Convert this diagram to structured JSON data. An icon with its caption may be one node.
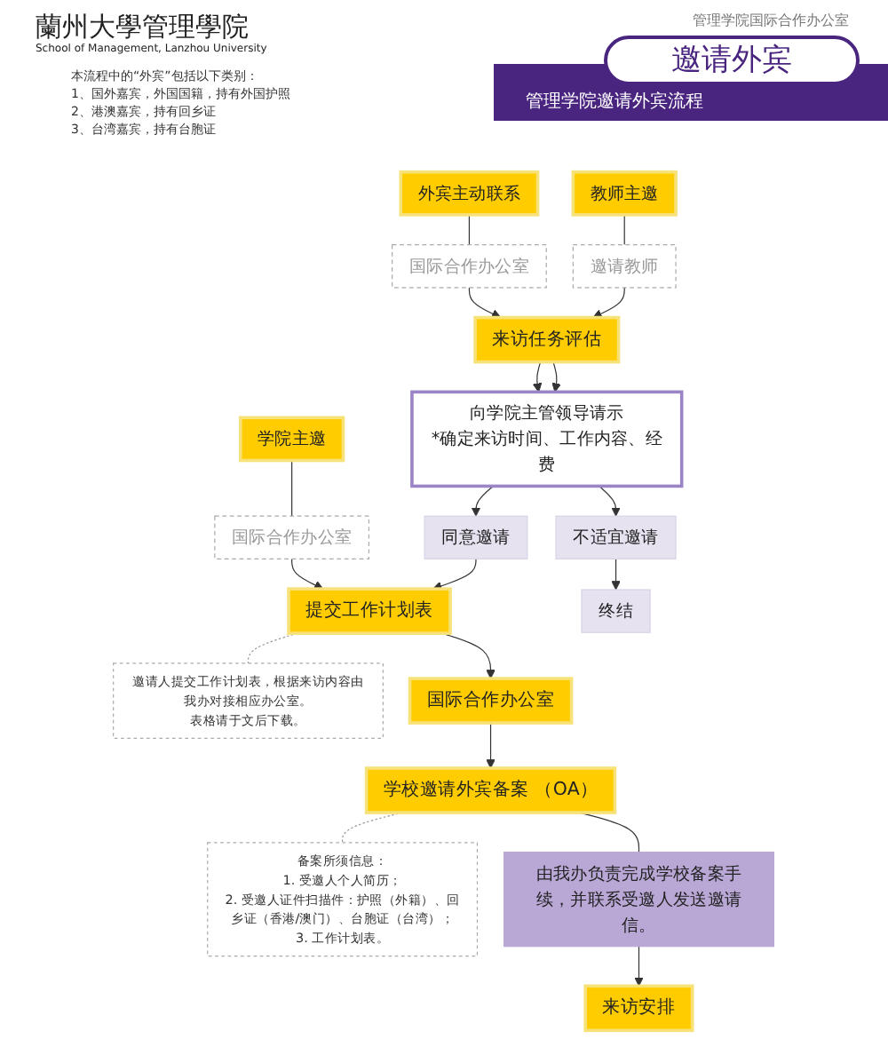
{
  "diagram": {
    "title": "邀请外宾",
    "nodes": [
      {
        "text": [
          "学院主邀"
        ]
      },
      {
        "text": [
          "外宾主动联系"
        ]
      },
      {
        "text": [
          "教师主邀"
        ]
      },
      {
        "text": [
          "国际合作办公室"
        ]
      },
      {
        "text": [
          "国际合作办公室"
        ]
      },
      {
        "text": [
          "邀请教师"
        ]
      },
      {
        "text": [
          "来访任务评估"
        ]
      },
      {
        "text": [
          "向学院主管领导请示",
          "*确定来访时间、工作内容、经费"
        ]
      },
      {
        "text": [
          "同意邀请"
        ]
      },
      {
        "text": [
          "不适宜邀请"
        ]
      },
      {
        "text": [
          "终结"
        ]
      },
      {
        "text": [
          "提交工作计划表"
        ]
      },
      {
        "text": [
          "邀请人提交工作计划表，根据来访内容由我办对接相应办公室。",
          "表格请于文后下载。"
        ]
      },
      {
        "text": [
          "国际合作办公室"
        ]
      },
      {
        "text": [
          "学校邀请外宾备案 （OA）"
        ]
      },
      {
        "text": [
          "备案所须信息：",
          "1. 受邀人个人简历；",
          "2. 受邀人证件扫描件：护照（外籍）、回乡证（香港/澳门）、台胞证（台湾）；",
          "3. 工作计划表。"
        ]
      },
      {
        "text": [
          "由我办负责完成学校备案手续，并联系受邀人发送邀请信。"
        ]
      },
      {
        "text": [
          "来访安排"
        ]
      }
    ],
    "edges": [
      {
        "from": 0,
        "to": 3,
        "arrow": "none"
      },
      {
        "from": 3,
        "to": 11,
        "arrow": "to"
      },
      {
        "from": 1,
        "to": 4,
        "arrow": "none"
      },
      {
        "from": 4,
        "to": 6,
        "arrow": "to"
      },
      {
        "from": 2,
        "to": 5,
        "arrow": "none"
      },
      {
        "from": 5,
        "to": 6,
        "arrow": "to"
      },
      {
        "from": 6,
        "to": 7,
        "arrow": "to"
      },
      {
        "from": 6,
        "to": 7,
        "arrow": "to"
      },
      {
        "from": 7,
        "to": 8,
        "arrow": "to"
      },
      {
        "from": 7,
        "to": 9,
        "arrow": "to"
      },
      {
        "from": 8,
        "to": 11,
        "arrow": "to"
      },
      {
        "from": 9,
        "to": 10,
        "arrow": "to"
      },
      {
        "from": 11,
        "to": 12,
        "arrow": "none",
        "style": "dashed",
        "color": "#999999"
      },
      {
        "from": 11,
        "to": 13,
        "arrow": "to"
      },
      {
        "from": 13,
        "to": 14,
        "arrow": "to"
      },
      {
        "from": 14,
        "to": 15,
        "arrow": "none",
        "style": "dashed",
        "color": "#999999"
      },
      {
        "from": 14,
        "to": 16,
        "arrow": "none"
      },
      {
        "from": 16,
        "to": 17,
        "arrow": "to"
      }
    ],
    "labels": [
      "蘭州大學管理學院",
      "School of Management, Lanzhou University",
      "管理学院国际合作办公室",
      "本流程中的“外宾”包括以下类别：",
      "1、国外嘉宾，外国国籍，持有外国护照",
      "2、港澳嘉宾，持有回乡证",
      "3、台湾嘉宾，持有台胞证",
      "管理学院邀请外宾流程"
    ]
  }
}
